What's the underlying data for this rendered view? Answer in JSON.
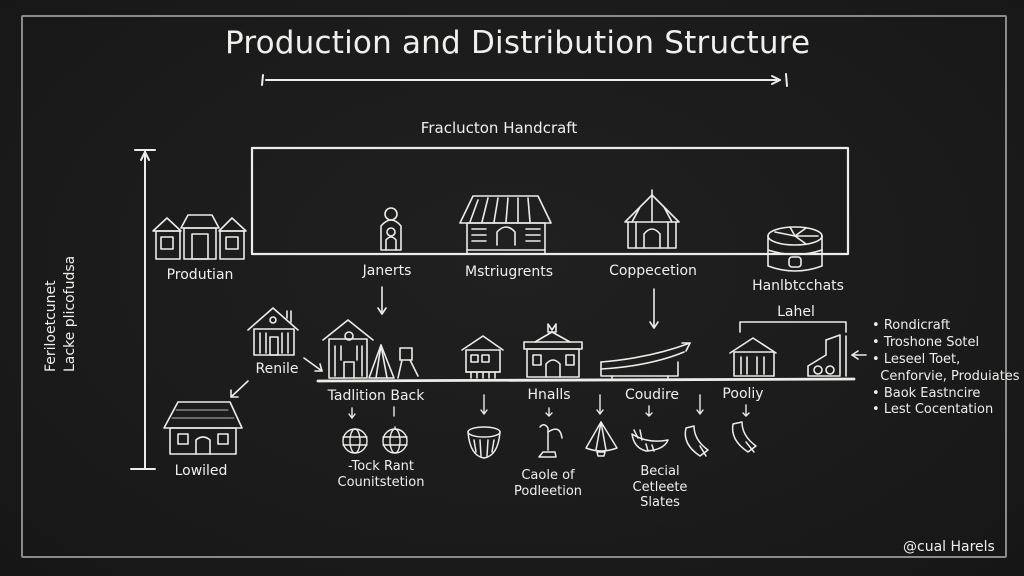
{
  "title": "Production and Distribution Structure",
  "vertical_axis_label": {
    "line1": "Feriloetcunet",
    "line2": "Lacke plicofudsa"
  },
  "top_section": {
    "header": "Fraclucton Handcraft",
    "nodes": [
      {
        "label": "Produtian",
        "icon": "row-of-houses-icon"
      },
      {
        "label": "Janerts",
        "icon": "shrine-icon"
      },
      {
        "label": "Mstriugrents",
        "icon": "thatched-house-icon"
      },
      {
        "label": "Coppecetion",
        "icon": "round-hut-icon"
      },
      {
        "label": "Hanlbtcchats",
        "icon": "round-container-icon"
      }
    ]
  },
  "middle_section": {
    "nodes": [
      {
        "label": "Renile",
        "icon": "farmhouse-icon"
      },
      {
        "label": "Lowiled",
        "icon": "stone-cottage-icon"
      },
      {
        "label": "Tadlition Back",
        "icon": "workshop-with-tent-icon"
      },
      {
        "label": "Hnalls",
        "icon": "small-house-icon"
      },
      {
        "label": "Coudire",
        "icon": "temple-icon"
      },
      {
        "label": "Pooliy",
        "icon": "boat-icon"
      }
    ],
    "bracket_label": "Lahel"
  },
  "bottom_section": {
    "items": [
      {
        "label": "-Tock Rant\nCounitstetion",
        "icon": "globe-icons"
      },
      {
        "label": "Caole of\nPodleetion",
        "icon": "bowl-icon"
      },
      {
        "label": "Becial\nCetleete\nSlates",
        "icon": "cone-icon"
      }
    ]
  },
  "legend": {
    "items": [
      "Rondicraft",
      "Troshone Sotel",
      "Leseel Toet,\n  Cenforvie, Produiates",
      "Baok Eastncire",
      "Lest Cocentation"
    ]
  },
  "signature": "@cual Harels"
}
